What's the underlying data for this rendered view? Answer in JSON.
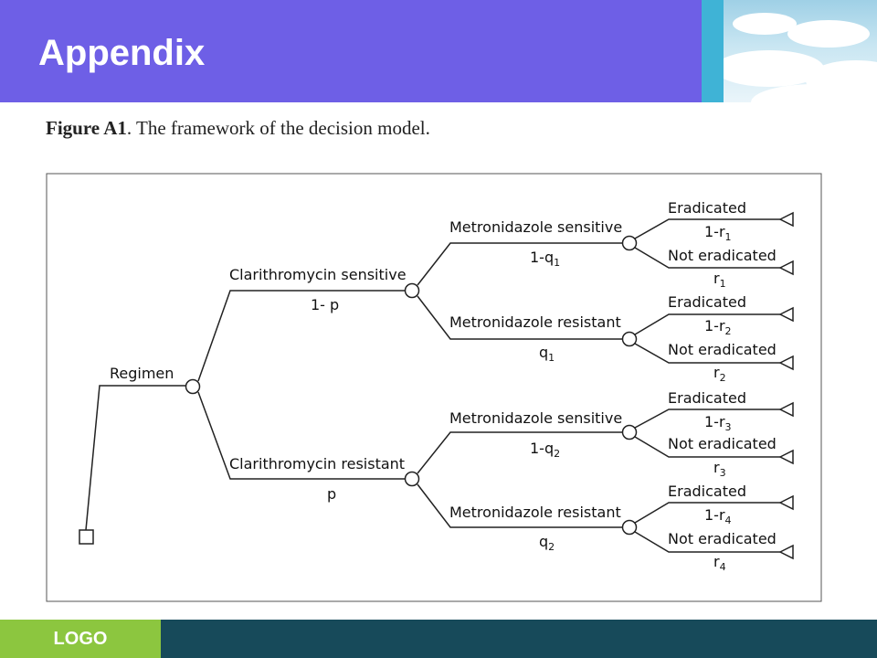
{
  "slide": {
    "title": "Appendix",
    "logo": "LOGO",
    "colors": {
      "header": "#6e5fe6",
      "stripe": "#3fb3d6",
      "footer_left": "#8cc63f",
      "footer_right": "#174a5a"
    }
  },
  "figure": {
    "caption_bold": "Figure A1",
    "caption_rest": ". The framework of the decision model."
  },
  "tree": {
    "root": "Regimen",
    "clari_sensitive": {
      "label": "Clarithromycin sensitive",
      "prob": "1- p"
    },
    "clari_resistant": {
      "label": "Clarithromycin resistant",
      "prob": "p"
    },
    "metro": [
      {
        "label": "Metronidazole sensitive",
        "prob_base": "1-q",
        "prob_sub": "1"
      },
      {
        "label": "Metronidazole resistant",
        "prob_base": "q",
        "prob_sub": "1"
      },
      {
        "label": "Metronidazole sensitive",
        "prob_base": "1-q",
        "prob_sub": "2"
      },
      {
        "label": "Metronidazole resistant",
        "prob_base": "q",
        "prob_sub": "2"
      }
    ],
    "outcomes": [
      {
        "erad": "Eradicated",
        "erad_base": "1-r",
        "erad_sub": "1",
        "not": "Not eradicated",
        "not_base": "r",
        "not_sub": "1"
      },
      {
        "erad": "Eradicated",
        "erad_base": "1-r",
        "erad_sub": "2",
        "not": "Not eradicated",
        "not_base": "r",
        "not_sub": "2"
      },
      {
        "erad": "Eradicated",
        "erad_base": "1-r",
        "erad_sub": "3",
        "not": "Not eradicated",
        "not_base": "r",
        "not_sub": "3"
      },
      {
        "erad": "Eradicated",
        "erad_base": "1-r",
        "erad_sub": "4",
        "not": "Not eradicated",
        "not_base": "r",
        "not_sub": "4"
      }
    ]
  }
}
